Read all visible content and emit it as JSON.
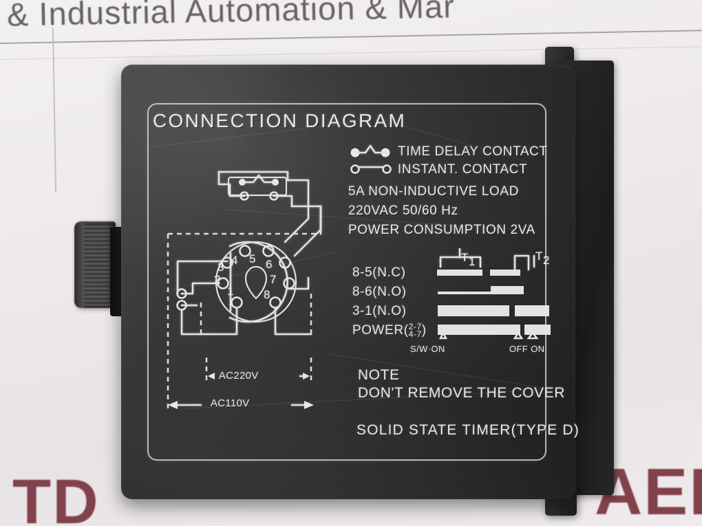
{
  "background": {
    "banner_text": "& Industrial Automation & Mar",
    "watermark_left": "TD",
    "watermark_right": "AEI",
    "paper_color": "#efeced",
    "watermark_color": "#7d3a43"
  },
  "device": {
    "body_color": "#2e2e30",
    "print_color": "#e9e9ea",
    "knob_name": "time-adjust-knob"
  },
  "label": {
    "title": "CONNECTION DIAGRAM",
    "legend": [
      {
        "symbol": "time-delay-contact-symbol",
        "text": "TIME DELAY CONTACT"
      },
      {
        "symbol": "instant-contact-symbol",
        "text": "INSTANT. CONTACT"
      }
    ],
    "specs": [
      "5A NON-INDUCTIVE LOAD",
      "220VAC 50/60 Hz",
      "POWER CONSUMPTION 2VA"
    ],
    "contacts": [
      "8-5(N.C)",
      "8-6(N.O)",
      "3-1(N.O)"
    ],
    "power_label": "POWER",
    "power_terminals_top": "2-7",
    "power_terminals_bottom": "4-7",
    "timing": {
      "t1_label": "T",
      "t1_sub": "1",
      "t2_label": "T",
      "t2_sub": "2",
      "marker_left": "S/W·ON",
      "marker_right_off": "OFF",
      "marker_right_on": "ON"
    },
    "note_heading": "NOTE",
    "note_body": "DON'T REMOVE THE COVER",
    "product_line": "SOLID STATE TIMER(TYPE D)",
    "wiring": {
      "socket_pins": [
        "1",
        "2",
        "3",
        "4",
        "5",
        "6",
        "7",
        "8"
      ],
      "voltage_220": "AC220V",
      "voltage_110": "AC110V"
    }
  }
}
